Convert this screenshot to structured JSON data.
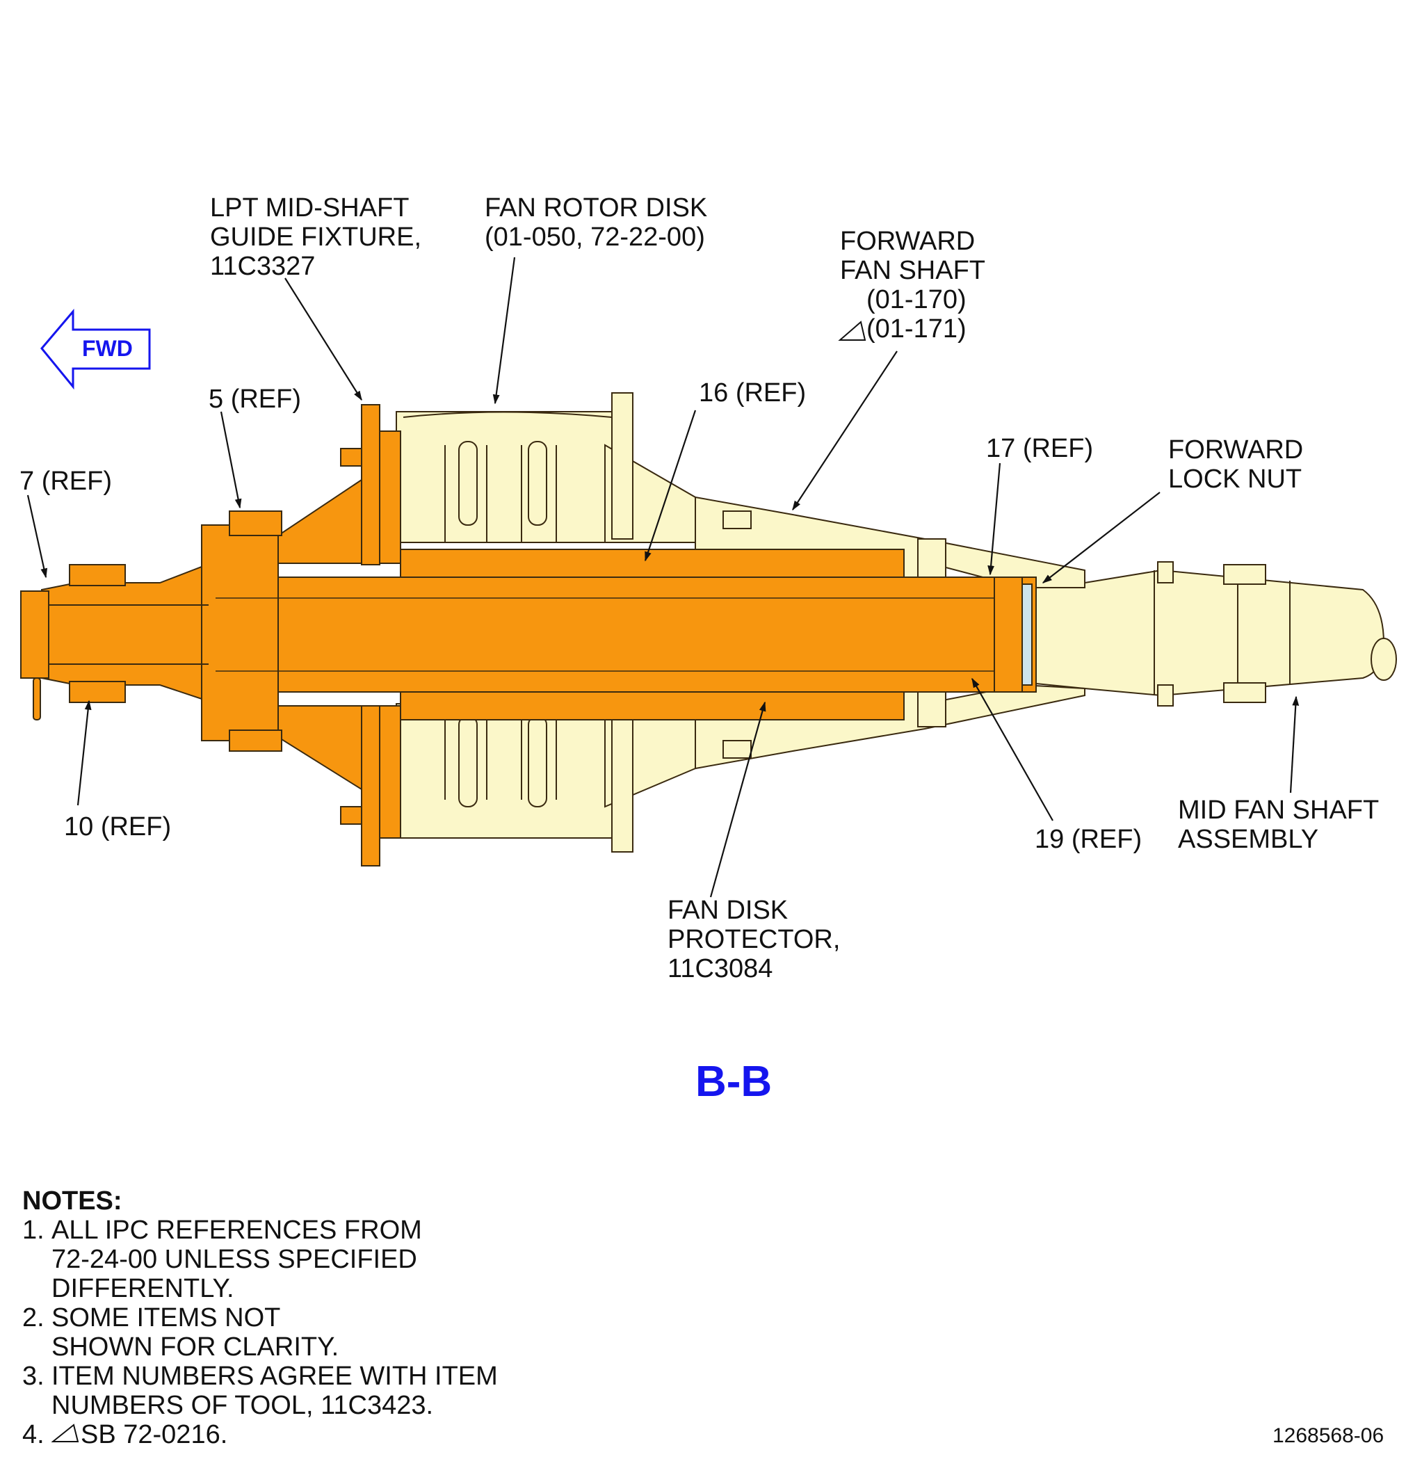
{
  "view": {
    "direction": "FWD",
    "section_label": "B-B",
    "doc_number": "1268568-06"
  },
  "callouts": {
    "lpt_fixture": "LPT MID-SHAFT\nGUIDE FIXTURE,\n11C3327",
    "fan_rotor_disk": "FAN ROTOR DISK\n(01-050, 72-22-00)",
    "forward_fan_shaft": "FORWARD\nFAN SHAFT",
    "forward_fan_shaft_ref1": "(01-170)",
    "forward_fan_shaft_ref2": "(01-171)",
    "ref5": "5 (REF)",
    "ref7": "7 (REF)",
    "ref16": "16 (REF)",
    "ref17": "17 (REF)",
    "forward_lock_nut": "FORWARD\nLOCK NUT",
    "ref10": "10 (REF)",
    "ref19": "19 (REF)",
    "mid_fan_shaft": "MID FAN SHAFT\nASSEMBLY",
    "fan_disk_protector": "FAN DISK\nPROTECTOR,\n11C3084"
  },
  "notes": {
    "title": "NOTES:",
    "n1_num": "1.",
    "n1": "ALL IPC REFERENCES FROM\n72-24-00 UNLESS SPECIFIED\nDIFFERENTLY.",
    "n2_num": "2.",
    "n2": "SOME ITEMS NOT\nSHOWN FOR CLARITY.",
    "n3_num": "3.",
    "n3": "ITEM NUMBERS AGREE WITH ITEM\nNUMBERS OF TOOL, 11C3423.",
    "n4_num": "4.",
    "n4": "SB 72-0216."
  },
  "colors": {
    "tool_orange": "#f7960f",
    "part_cream": "#fbf7c9",
    "outline": "#3a2a10",
    "lock_nut_blue": "#cde4ee",
    "accent_blue": "#1515ee"
  }
}
